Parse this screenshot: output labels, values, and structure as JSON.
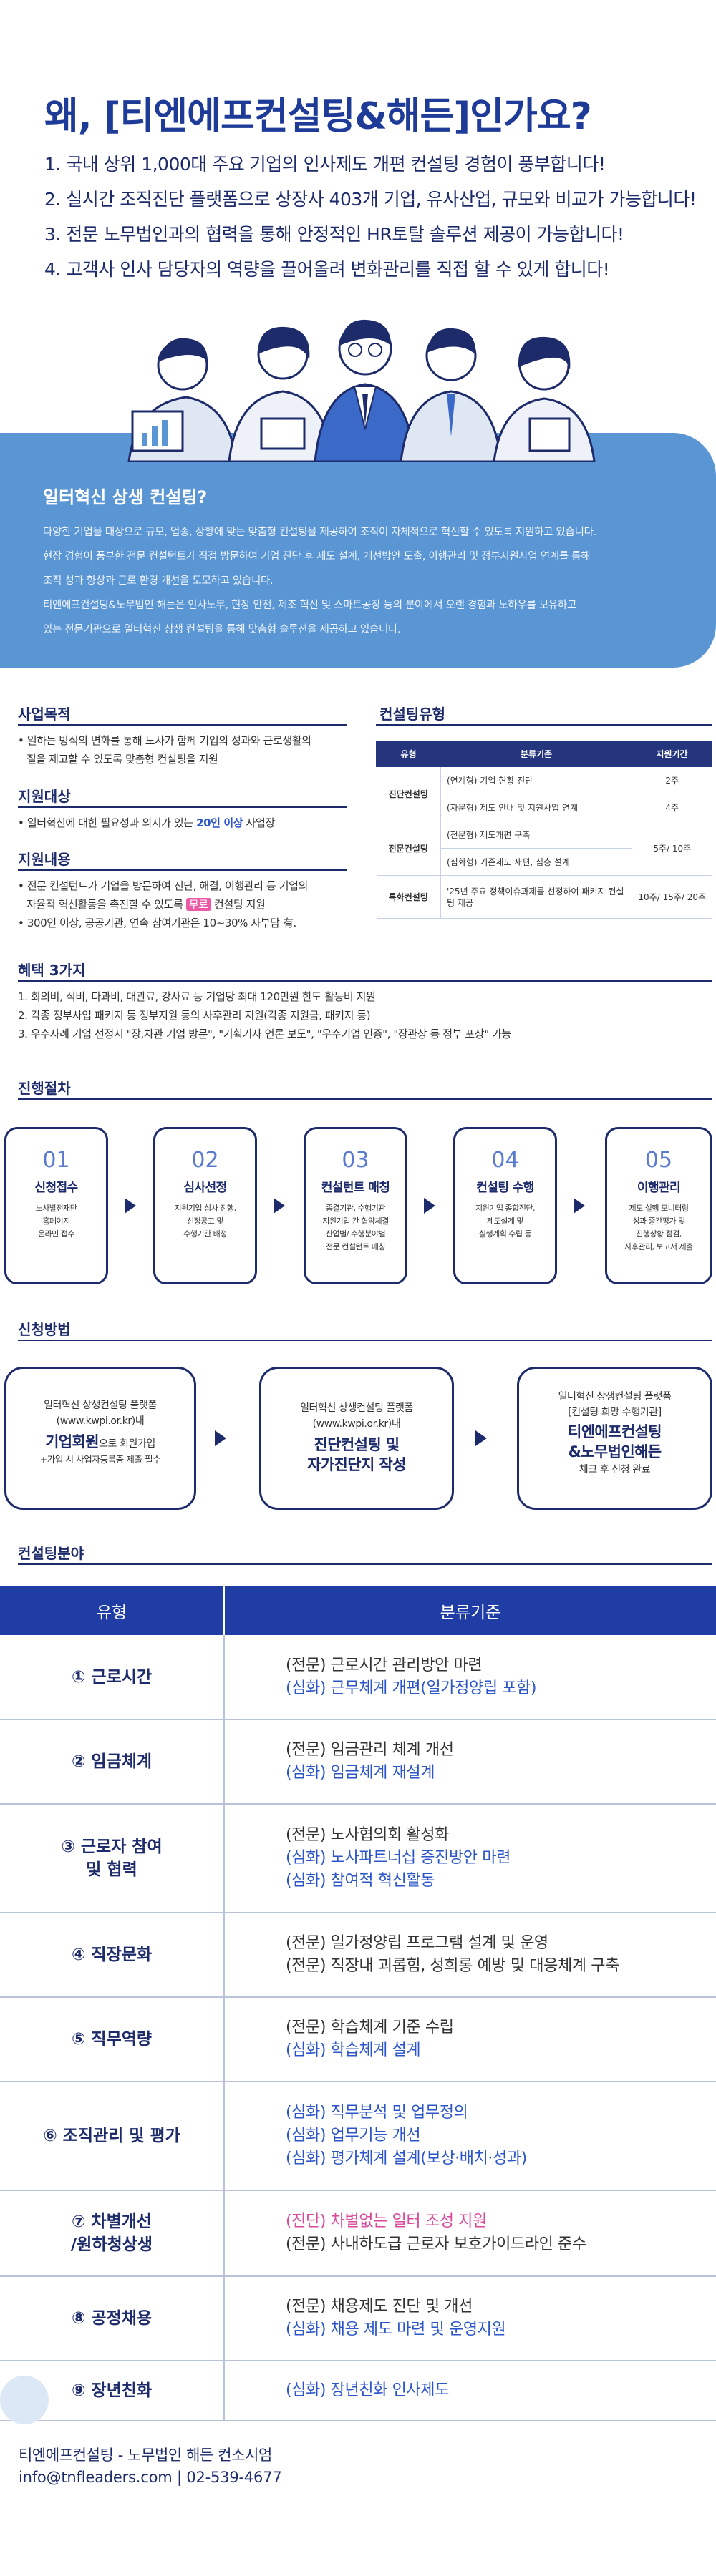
{
  "hero": {
    "title": "왜, [티엔에프컨설팅&해든]인가요?",
    "points": [
      "1. 국내 상위 1,000대 주요 기업의 인사제도 개편 컨설팅 경험이 풍부합니다!",
      "2. 실시간 조직진단 플랫폼으로 상장사 403개 기업, 유사산업, 규모와 비교가 가능합니다!",
      "3. 전문 노무법인과의 협력을 통해 안정적인 HR토탈 솔루션 제공이 가능합니다!",
      "4. 고객사 인사 담당자의 역량을 끌어올려 변화관리를 직접 할 수 있게 합니다!"
    ]
  },
  "info_box": {
    "title": "일터혁신 상생 컨설팅?",
    "lines": [
      "다양한 기업을 대상으로 규모, 업종, 상황에 맞는 맞춤형 컨설팅을 제공하여 조직이 자체적으로 혁신할 수 있도록 지원하고 있습니다.",
      "현장 경험이 풍부한 전문 컨설턴트가 직접 방문하여 기업 진단 후 제도 설계, 개선방안 도출, 이행관리 및 정부지원사업 연계를 통해",
      "조직 성과 향상과 근로 환경 개선을 도모하고 있습니다.",
      "티엔에프컨설팅&노무법인 해든은 인사노무, 현장 안전, 제조 혁신 및 스마트공장 등의 분야에서 오랜 경험과 노하우를 보유하고",
      "있는 전문기관으로 일터혁신 상생 컨설팅을 통해 맞춤형 솔루션을 제공하고 있습니다."
    ]
  },
  "purpose": {
    "heading": "사업목적",
    "text_1": "• 일하는 방식의 변화를 통해 노사가 함께 기업의 성과와 근로생활의",
    "text_2": "질을 제고할 수 있도록 맞춤형 컨설팅을 지원"
  },
  "target": {
    "heading": "지원대상",
    "pre": "• 일터혁신에 대한 필요성과 의지가 있는 ",
    "hl": "20인 이상",
    "post": " 사업장"
  },
  "support": {
    "heading": "지원내용",
    "line1": "• 전문 컨설턴트가 기업을 방문하여 진단, 해결, 이행관리 등 기업의",
    "line2_pre": "자율적 혁신활동을 촉진할 수 있도록 ",
    "line2_hl": "무료",
    "line2_post": " 컨설팅 지원",
    "line3": "• 300인 이상, 공공기관, 연속 참여기관은 10~30% 자부담 有."
  },
  "consult_type": {
    "heading": "컨설팅유형",
    "headers": [
      "유형",
      "분류기준",
      "지원기간"
    ],
    "rows": [
      {
        "type": "진단컨설팅",
        "criteria": "(연계형) 기업 현황 진단",
        "period": "2주"
      },
      {
        "type": "",
        "criteria": "(자문형) 제도 안내 및 지원사업 연계",
        "period": "4주"
      },
      {
        "type": "전문컨설팅",
        "criteria": "(전문형) 제도개편 구축",
        "period": "5주/ 10주"
      },
      {
        "type": "",
        "criteria": "(심화형) 기존제도 재편, 심층 설계",
        "period": ""
      },
      {
        "type": "특화컨설팅",
        "criteria": "'25년 주요 정책이슈과제를 선정하여 패키지 컨설팅 제공",
        "period": "10주/ 15주/ 20주"
      }
    ]
  },
  "benefits": {
    "heading": "혜택 3가지",
    "items": [
      "1. 회의비, 식비, 다과비, 대관료, 강사료 등 기업당 최대 120만원 한도 활동비 지원",
      "2. 각종 정부사업 패키지 등 정부지원 등의 사후관리 지원(각종 지원금, 패키지 등)",
      "3. 우수사례 기업 선정시 \"장,차관 기업 방문\", \"기획기사 언론 보도\", \"우수기업 인증\", \"장관상 등 정부 포상\" 가능"
    ]
  },
  "process": {
    "heading": "진행절차",
    "steps": [
      {
        "num": "01",
        "title": "신청접수",
        "desc": [
          "노사발전재단",
          "홈페이지",
          "온라인 접수"
        ]
      },
      {
        "num": "02",
        "title": "심사선정",
        "desc": [
          "지원기업 심사 진행,",
          "선정공고 및",
          "수행기관 배정"
        ]
      },
      {
        "num": "03",
        "title": "컨설턴트 매칭",
        "desc": [
          "종결기관, 수행기관",
          "지원기업 간 협약체결",
          "산업별/ 수행분야별",
          "전문 컨설턴트 매칭"
        ]
      },
      {
        "num": "04",
        "title": "컨설팅 수행",
        "desc": [
          "지원기업 종합진단,",
          "제도설계 및",
          "실행계획 수립 등"
        ]
      },
      {
        "num": "05",
        "title": "이행관리",
        "desc": [
          "제도 실행 모니터링",
          "성과 중간평가 및",
          "진행상황 점검,",
          "사후관리, 보고서 제출"
        ]
      }
    ]
  },
  "apply": {
    "heading": "신청방법",
    "cards": [
      {
        "small_1": "일터혁신 상생컨설팅 플랫폼",
        "small_2": "(www.kwpi.or.kr)내",
        "big_1": "기업회원",
        "big_1_post": "으로 회원가입",
        "small_3": "+가입 시 사업자등록증 제출 필수"
      },
      {
        "small_1": "일터혁신 상생컨설팅 플랫폼",
        "small_2": "(www.kwpi.or.kr)내",
        "big_1": "진단컨설팅 및",
        "big_2": "자가진단지 작성"
      },
      {
        "small_1": "일터혁신 상생컨설팅 플랫폼",
        "small_2": "[컨설팅 희망 수행기관]",
        "big_1": "티엔에프컨설팅",
        "big_2": "&노무법인해든",
        "small_3": "체크 후 신청 완료"
      }
    ]
  },
  "fields": {
    "heading": "컨설팅분야",
    "headers": [
      "유형",
      "분류기준"
    ],
    "rows": [
      {
        "name": [
          "① 근로시간"
        ],
        "lines": [
          {
            "t": "(전문) 근로시간 관리방안 마련",
            "c": "j"
          },
          {
            "t": "(심화) 근무체계 개편(일가정양립 포함)",
            "c": "s"
          }
        ]
      },
      {
        "name": [
          "② 임금체계"
        ],
        "lines": [
          {
            "t": "(전문) 임금관리 체계 개선",
            "c": "j"
          },
          {
            "t": "(심화) 임금체계 재설계",
            "c": "s"
          }
        ]
      },
      {
        "name": [
          "③ 근로자 참여",
          "및 협력"
        ],
        "lines": [
          {
            "t": "(전문) 노사협의회 활성화",
            "c": "j"
          },
          {
            "t": "(심화) 노사파트너십 증진방안 마련",
            "c": "s"
          },
          {
            "t": "(심화) 참여적 혁신활동",
            "c": "s"
          }
        ]
      },
      {
        "name": [
          "④ 직장문화"
        ],
        "lines": [
          {
            "t": "(전문) 일가정양립 프로그램 설계 및 운영",
            "c": "j"
          },
          {
            "t": "(전문) 직장내 괴롭힘, 성희롱 예방 및 대응체계 구축",
            "c": "j"
          }
        ]
      },
      {
        "name": [
          "⑤ 직무역량"
        ],
        "lines": [
          {
            "t": "(전문) 학습체계 기준 수립",
            "c": "j"
          },
          {
            "t": "(심화) 학습체계 설계",
            "c": "s"
          }
        ]
      },
      {
        "name": [
          "⑥ 조직관리 및 평가"
        ],
        "lines": [
          {
            "t": "(심화) 직무분석 및 업무정의",
            "c": "s"
          },
          {
            "t": "(심화) 업무기능 개선",
            "c": "s"
          },
          {
            "t": "(심화) 평가체계 설계(보상·배치·성과)",
            "c": "s"
          }
        ]
      },
      {
        "name": [
          "⑦ 차별개선",
          "/원하청상생"
        ],
        "lines": [
          {
            "t": "(진단) 차별없는 일터 조성 지원",
            "c": "p"
          },
          {
            "t": "(전문) 사내하도급 근로자 보호가이드라인 준수",
            "c": "j"
          }
        ]
      },
      {
        "name": [
          "⑧ 공정채용"
        ],
        "lines": [
          {
            "t": "(전문) 채용제도 진단 및 개선",
            "c": "j"
          },
          {
            "t": "(심화) 채용 제도 마련 및 운영지원",
            "c": "s"
          }
        ]
      },
      {
        "name": [
          "⑨ 장년친화"
        ],
        "lines": [
          {
            "t": "(심화) 장년친화 인사제도",
            "c": "s"
          }
        ]
      }
    ]
  },
  "footer": {
    "company": "티엔에프컨설팅 - 노무법인 해든 컨소시엄",
    "contact": "info@tnfleaders.com  |  02-539-4677"
  },
  "colors": {
    "navy": "#1d2b6b",
    "hero_blue": "#1e3b98",
    "box_blue": "#5b96d4",
    "table_head": "#1f3da5",
    "pink": "#d9489b"
  }
}
